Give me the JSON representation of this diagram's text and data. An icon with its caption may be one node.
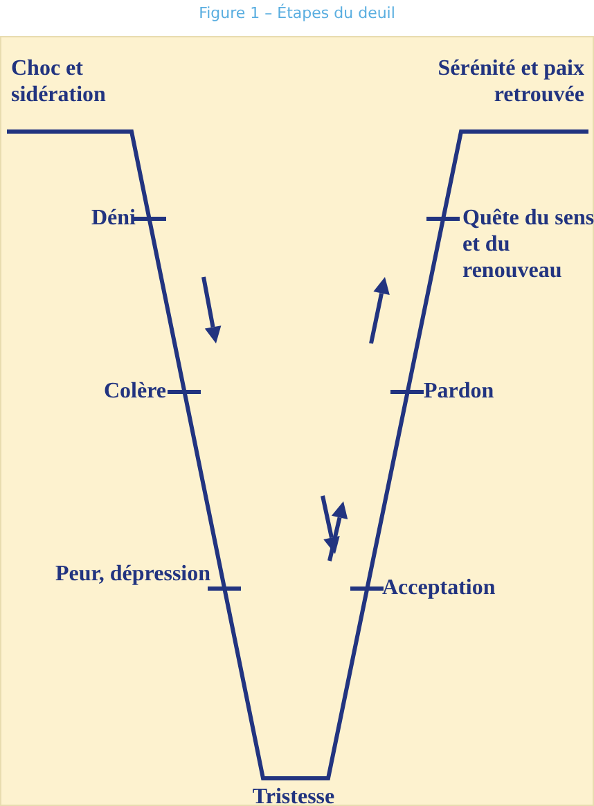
{
  "diagram": {
    "title": "Figure 1 – Étapes du deuil",
    "labels": [
      "Choc et sidération",
      "Sérénité et paix retrouvée",
      "Déni",
      "Quête du sens et du renouveau",
      "Colère",
      "Pardon",
      "Peur, dépression",
      "Acceptation",
      "Tristesse"
    ]
  }
}
